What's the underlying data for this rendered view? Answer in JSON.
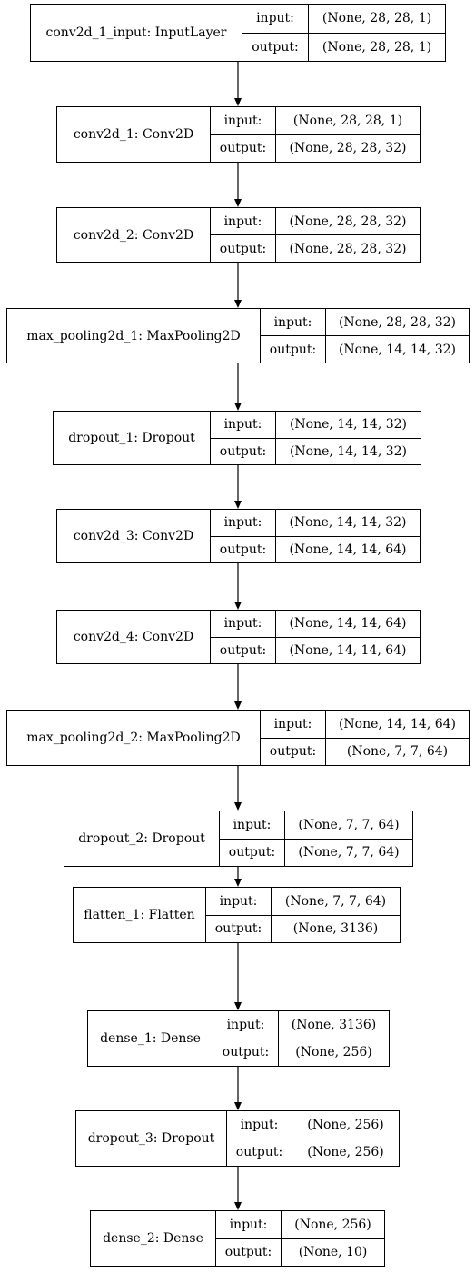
{
  "labels": {
    "input": "input:",
    "output": "output:"
  },
  "layers": [
    {
      "name": "conv2d_1_input: InputLayer",
      "input": "(None, 28, 28, 1)",
      "output": "(None, 28, 28, 1)"
    },
    {
      "name": "conv2d_1: Conv2D",
      "input": "(None, 28, 28, 1)",
      "output": "(None, 28, 28, 32)"
    },
    {
      "name": "conv2d_2: Conv2D",
      "input": "(None, 28, 28, 32)",
      "output": "(None, 28, 28, 32)"
    },
    {
      "name": "max_pooling2d_1: MaxPooling2D",
      "input": "(None, 28, 28, 32)",
      "output": "(None, 14, 14, 32)"
    },
    {
      "name": "dropout_1: Dropout",
      "input": "(None, 14, 14, 32)",
      "output": "(None, 14, 14, 32)"
    },
    {
      "name": "conv2d_3: Conv2D",
      "input": "(None, 14, 14, 32)",
      "output": "(None, 14, 14, 64)"
    },
    {
      "name": "conv2d_4: Conv2D",
      "input": "(None, 14, 14, 64)",
      "output": "(None, 14, 14, 64)"
    },
    {
      "name": "max_pooling2d_2: MaxPooling2D",
      "input": "(None, 14, 14, 64)",
      "output": "(None, 7, 7, 64)"
    },
    {
      "name": "dropout_2: Dropout",
      "input": "(None, 7, 7, 64)",
      "output": "(None, 7, 7, 64)"
    },
    {
      "name": "flatten_1: Flatten",
      "input": "(None, 7, 7, 64)",
      "output": "(None, 3136)"
    },
    {
      "name": "dense_1: Dense",
      "input": "(None, 3136)",
      "output": "(None, 256)"
    },
    {
      "name": "dropout_3: Dropout",
      "input": "(None, 256)",
      "output": "(None, 256)"
    },
    {
      "name": "dense_2: Dense",
      "input": "(None, 256)",
      "output": "(None, 10)"
    }
  ]
}
